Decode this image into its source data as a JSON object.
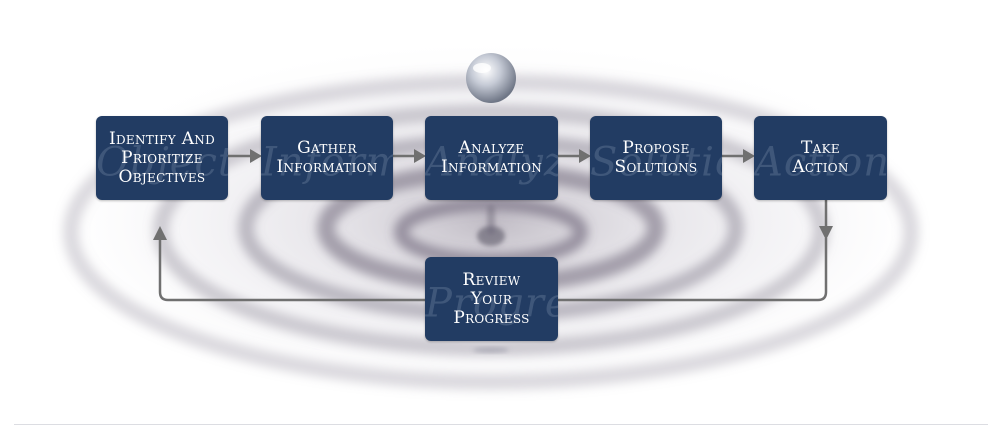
{
  "colors": {
    "box_fill": "#223c63",
    "box_text": "#ffffff",
    "connector": "#707070",
    "ripple_tint": "#6b6478"
  },
  "steps": [
    {
      "label": "Identify And\nPrioritize\nObjectives",
      "watermark": "Objectives"
    },
    {
      "label": "Gather\nInformation",
      "watermark": "Information"
    },
    {
      "label": "Analyze\nInformation",
      "watermark": "Analyze"
    },
    {
      "label": "Propose\nSolutions",
      "watermark": "Solutions"
    },
    {
      "label": "Take\nAction",
      "watermark": "Action"
    },
    {
      "label": "Review\nYour\nProgress",
      "watermark": "Progress"
    }
  ],
  "icons": {
    "droplet": "water-droplet-icon",
    "arrowhead": "arrowhead-icon"
  }
}
